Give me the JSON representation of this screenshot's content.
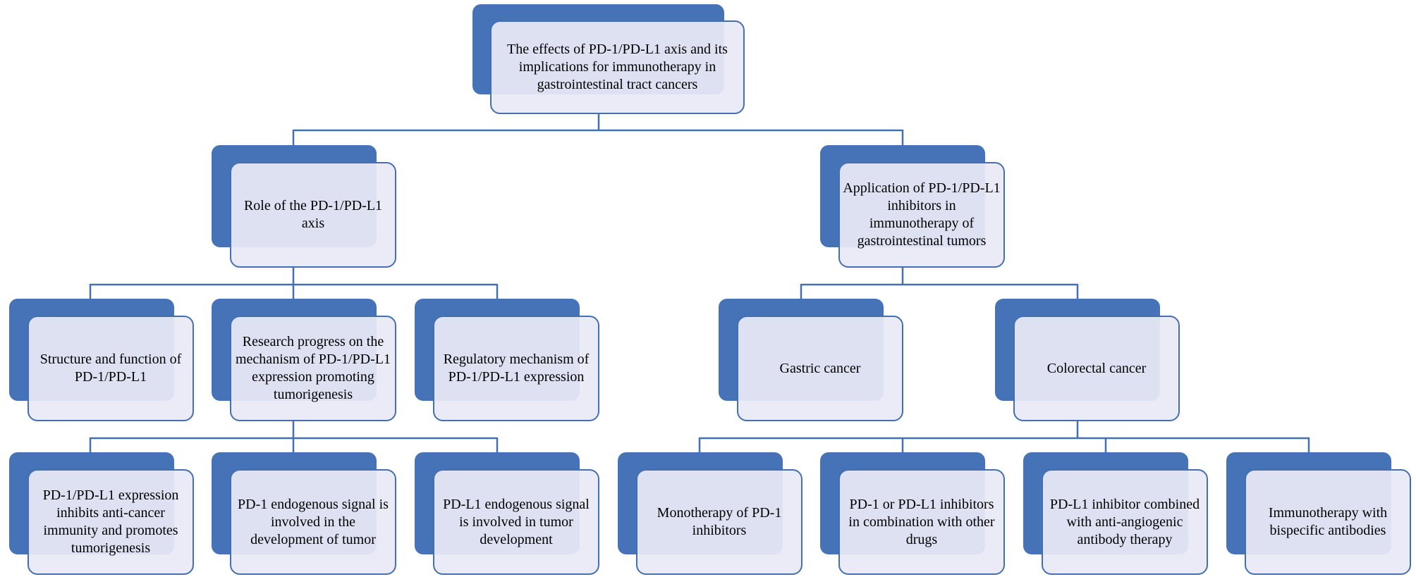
{
  "root": {
    "label": "The effects of PD-1/PD-L1 axis and its implications for immunotherapy in gastrointestinal tract cancers"
  },
  "branches": [
    {
      "label": "Role of the PD-1/PD-L1 axis",
      "children": [
        {
          "label": "Structure and function of PD-1/PD-L1",
          "children": []
        },
        {
          "label": "Research progress on the mechanism of PD-1/PD-L1 expression promoting tumorigenesis",
          "children": [
            "PD-1/PD-L1 expression inhibits anti-cancer immunity and promotes tumorigenesis",
            "PD-1 endogenous signal is involved in the development of tumor",
            "PD-L1 endogenous signal is involved in tumor development"
          ]
        },
        {
          "label": "Regulatory mechanism of PD-1/PD-L1 expression",
          "children": []
        }
      ]
    },
    {
      "label": "Application of PD-1/PD-L1 inhibitors in immunotherapy of gastrointestinal tumors",
      "children": [
        {
          "label": "Gastric cancer",
          "children": []
        },
        {
          "label": "Colorectal cancer",
          "children": [
            "Monotherapy of PD-1 inhibitors",
            "PD-1 or PD-L1 inhibitors in combination with other drugs",
            "PD-L1 inhibitor combined with anti-angiogenic antibody therapy",
            "Immunotherapy with bispecific antibodies"
          ]
        }
      ]
    }
  ],
  "colors": {
    "accent": "#4672b8",
    "card_fill": "#e8eaf6",
    "line": "#4470b0"
  }
}
